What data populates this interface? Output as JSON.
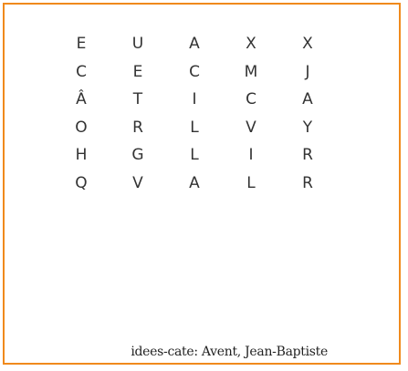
{
  "puzzle": {
    "grid": [
      [
        "E",
        "U",
        "A",
        "X",
        "X"
      ],
      [
        "C",
        "E",
        "C",
        "M",
        "J"
      ],
      [
        "Â",
        "T",
        "I",
        "C",
        "A"
      ],
      [
        "O",
        "R",
        "L",
        "V",
        "Y"
      ],
      [
        "H",
        "G",
        "L",
        "I",
        "R"
      ],
      [
        "Q",
        "V",
        "A",
        "L",
        "R"
      ]
    ]
  },
  "caption": "idees-cate: Avent, Jean-Baptiste",
  "colors": {
    "frame": "#f08a1c",
    "letters": "#333333"
  }
}
